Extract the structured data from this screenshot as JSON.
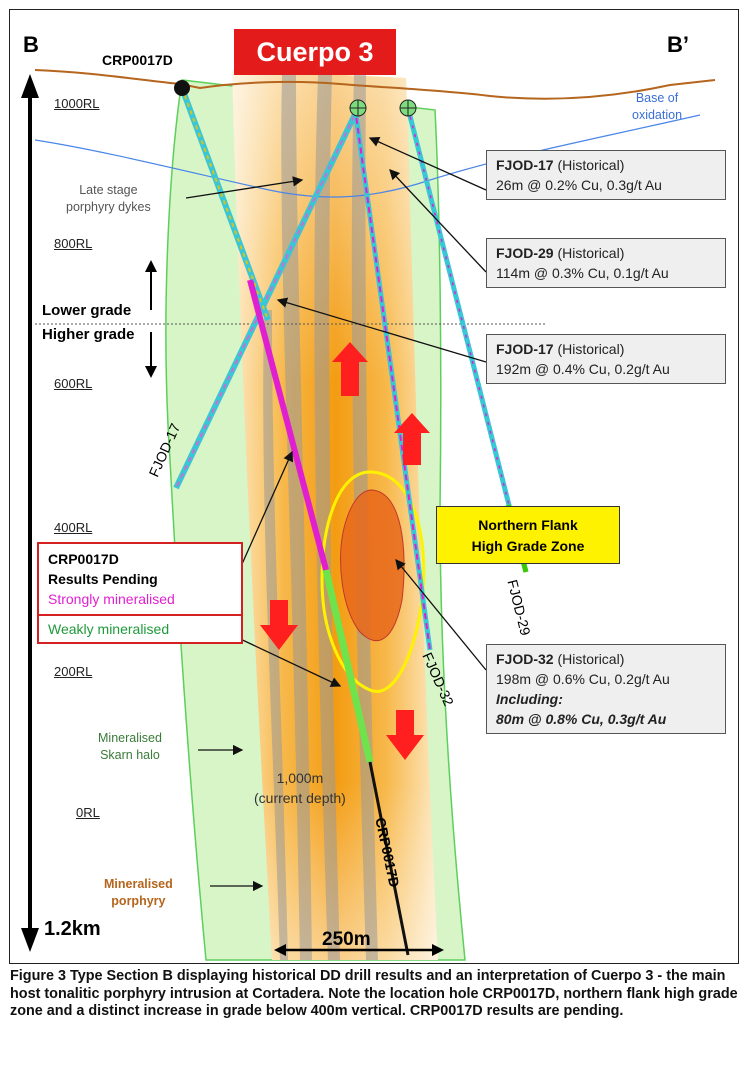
{
  "section": {
    "left_label": "B",
    "right_label": "B’"
  },
  "title": "Cuerpo 3",
  "rl_labels": [
    "1000RL",
    "800RL",
    "600RL",
    "400RL",
    "200RL",
    "0RL"
  ],
  "grade_labels": {
    "lower": "Lower grade",
    "higher": "Higher grade"
  },
  "scale": {
    "vertical": "1.2km",
    "horizontal": "250m"
  },
  "holes": {
    "collar": "CRP0017D",
    "fjod17": "FJOD-17",
    "fjod29": "FJOD-29",
    "fjod32": "FJOD-32",
    "crp_label": "CRP0017D"
  },
  "annotations": {
    "base_oxidation_1": "Base of",
    "base_oxidation_2": "oxidation",
    "dykes_1": "Late stage",
    "dykes_2": "porphyry dykes",
    "skarn_1": "Mineralised",
    "skarn_2": "Skarn halo",
    "porphyry_1": "Mineralised",
    "porphyry_2": "porphyry",
    "depth_1": "1,000m",
    "depth_2": "(current depth)"
  },
  "callouts": [
    {
      "name": "FJOD-17",
      "note": " (Historical)",
      "result": "26m @ 0.2% Cu, 0.3g/t Au"
    },
    {
      "name": "FJOD-29",
      "note": " (Historical)",
      "result": "114m @ 0.3% Cu, 0.1g/t Au"
    },
    {
      "name": "FJOD-17",
      "note": " (Historical)",
      "result": "192m @ 0.4% Cu, 0.2g/t Au"
    },
    {
      "name": "FJOD-32",
      "note": " (Historical)",
      "result": "198m @ 0.6% Cu, 0.2g/t Au",
      "including": "Including:",
      "including_result": "80m @ 0.8% Cu, 0.3g/t Au"
    }
  ],
  "zone": {
    "line1": "Northern Flank",
    "line2": "High Grade Zone"
  },
  "legend": {
    "hole": "CRP0017D",
    "status": "Results Pending",
    "strong": "Strongly mineralised",
    "weak": "Weakly mineralised"
  },
  "colors": {
    "title_red": "#e31b1b",
    "strong_magenta": "#e020d0",
    "weak_green": "#1f9a3a",
    "zone_yellow": "#fff200",
    "halo_green": "#d8f5c8",
    "porphyry_orange": "#f5a623",
    "topo_brown": "#b5651d",
    "oxidation_blue": "#4a86e8"
  },
  "caption": "Figure 3  Type Section B displaying historical DD drill results and an interpretation of Cuerpo 3 - the main host tonalitic porphyry intrusion at Cortadera.  Note the location hole CRP0017D, northern flank high grade zone and a distinct increase in grade below 400m vertical.  CRP0017D results are pending."
}
